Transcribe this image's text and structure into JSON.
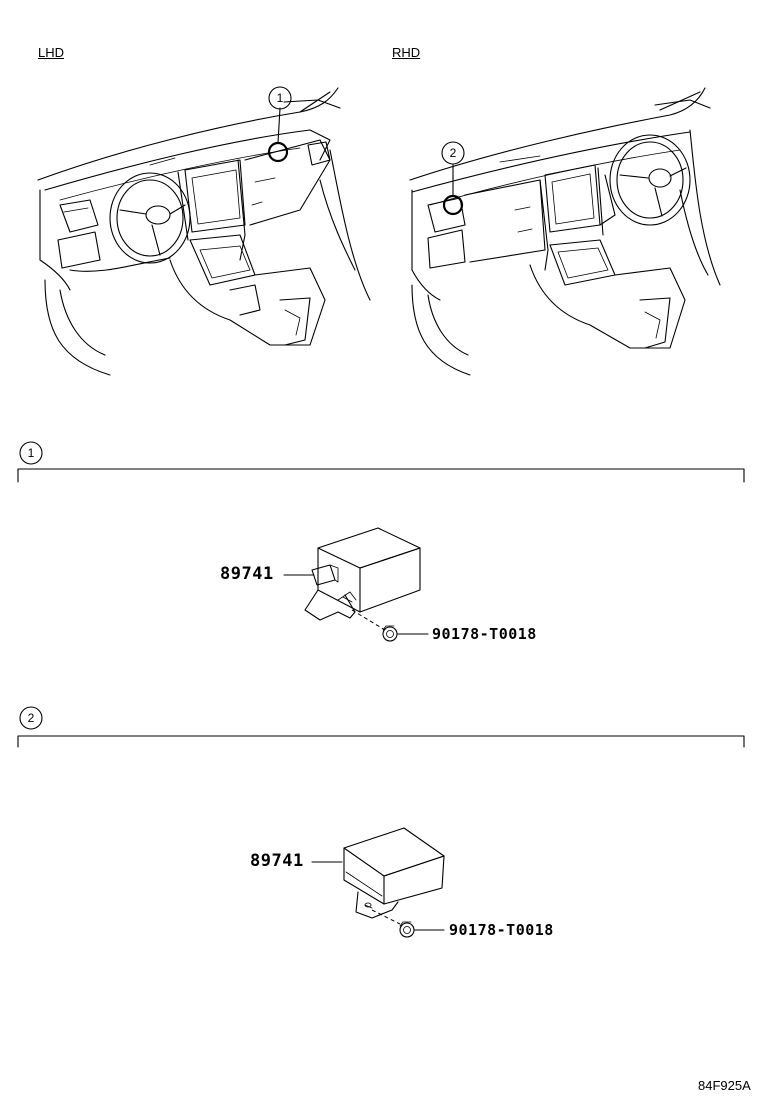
{
  "views": {
    "lhd_label": "LHD",
    "rhd_label": "RHD"
  },
  "sections": [
    {
      "callout": "1",
      "part_number": "89741",
      "bolt_number": "90178-T0018"
    },
    {
      "callout": "2",
      "part_number": "89741",
      "bolt_number": "90178-T0018"
    }
  ],
  "diagram_code": "84F925A"
}
